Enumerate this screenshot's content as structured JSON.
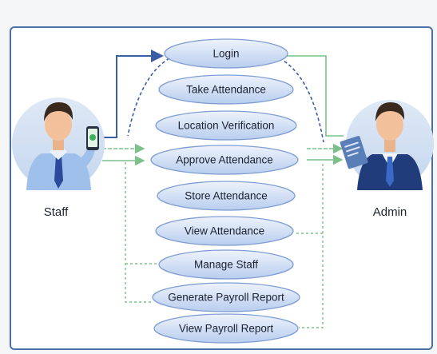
{
  "actors": {
    "staff": {
      "label": "Staff",
      "icon": "businessman-with-phone"
    },
    "admin": {
      "label": "Admin",
      "icon": "businessman-with-clipboard"
    }
  },
  "use_cases": [
    {
      "id": "login",
      "label": "Login"
    },
    {
      "id": "take-attendance",
      "label": "Take Attendance"
    },
    {
      "id": "location-verification",
      "label": "Location Verification"
    },
    {
      "id": "approve-attendance",
      "label": "Approve Attendance"
    },
    {
      "id": "store-attendance",
      "label": "Store Attendance"
    },
    {
      "id": "view-attendance",
      "label": "View Attendance"
    },
    {
      "id": "manage-staff",
      "label": "Manage Staff"
    },
    {
      "id": "generate-payroll-report",
      "label": "Generate Payroll Report"
    },
    {
      "id": "view-payroll-report",
      "label": "View Payroll Report"
    }
  ],
  "colors": {
    "frame": "#4a6ea8",
    "ellipse_fill_top": "#eef3fc",
    "ellipse_fill_bottom": "#b8cdee",
    "ellipse_stroke": "#7f9dd3",
    "connector_blue": "#3b5ca6",
    "connector_green": "#7cc18a"
  }
}
